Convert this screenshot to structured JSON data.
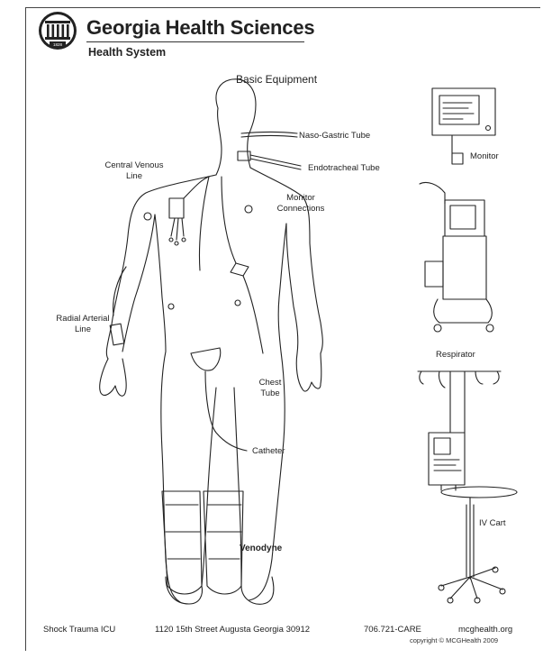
{
  "header": {
    "org_name": "Georgia Health Sciences",
    "org_subtitle": "Health System",
    "logo_year": "1828"
  },
  "diagram": {
    "title": "Basic Equipment",
    "labels": {
      "naso_gastric_tube": "Naso-Gastric Tube",
      "endotracheal_tube": "Endotracheal Tube",
      "central_venous_line_1": "Central Venous",
      "central_venous_line_2": "Line",
      "monitor_connections_1": "Monitor",
      "monitor_connections_2": "Connections",
      "radial_arterial_line_1": "Radial Arterial",
      "radial_arterial_line_2": "Line",
      "chest_tube_1": "Chest",
      "chest_tube_2": "Tube",
      "catheter": "Catheter",
      "venodyne": "Venodyne",
      "monitor": "Monitor",
      "respirator": "Respirator",
      "iv_cart": "IV Cart"
    }
  },
  "footer": {
    "unit": "Shock Trauma ICU",
    "address": "1120 15th Street Augusta Georgia 30912",
    "phone": "706.721-CARE",
    "website": "mcghealth.org",
    "copyright": "copyright © MCGHealth 2009"
  }
}
